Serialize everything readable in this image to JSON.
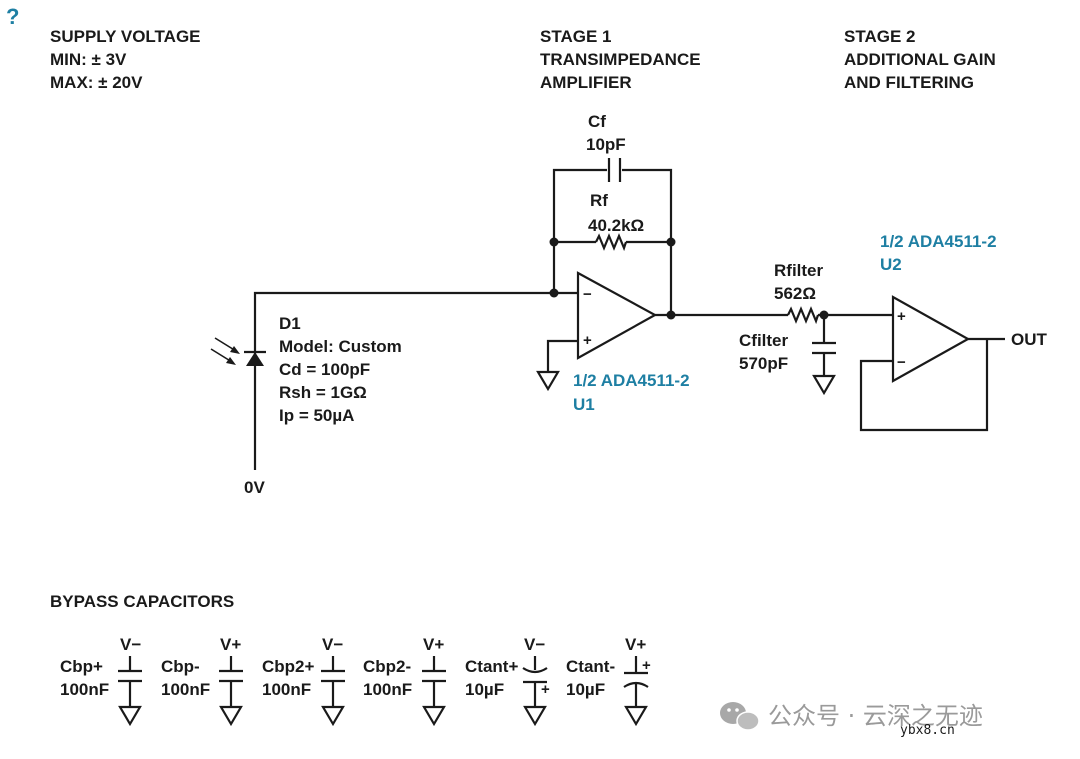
{
  "help_icon_glyph": "?",
  "supply": {
    "title": "SUPPLY VOLTAGE",
    "min": "MIN: ± 3V",
    "max": "MAX: ± 20V"
  },
  "stage1": {
    "line1": "STAGE 1",
    "line2": "TRANSIMPEDANCE",
    "line3": "AMPLIFIER"
  },
  "stage2": {
    "line1": "STAGE 2",
    "line2": "ADDITIONAL GAIN",
    "line3": "AND FILTERING"
  },
  "cf": {
    "name": "Cf",
    "value": "10pF"
  },
  "rf": {
    "name": "Rf",
    "value": "40.2kΩ"
  },
  "u1": {
    "part": "1/2 ADA4511-2",
    "ref": "U1"
  },
  "u2": {
    "part": "1/2 ADA4511-2",
    "ref": "U2"
  },
  "rfilter": {
    "name": "Rfilter",
    "value": "562Ω"
  },
  "cfilter": {
    "name": "Cfilter",
    "value": "570pF"
  },
  "output_label": "OUT",
  "d1": {
    "ref": "D1",
    "model": "Model: Custom",
    "cd": "Cd = 100pF",
    "rsh": "Rsh = 1GΩ",
    "ip": "Ip = 50µA"
  },
  "ground_label": "0V",
  "opamp_signs": {
    "plus": "+",
    "minus": "−"
  },
  "bypass": {
    "title": "BYPASS CAPACITORS",
    "caps": [
      {
        "name": "Cbp+",
        "value": "100nF",
        "rail": "V−"
      },
      {
        "name": "Cbp-",
        "value": "100nF",
        "rail": "V+"
      },
      {
        "name": "Cbp2+",
        "value": "100nF",
        "rail": "V−"
      },
      {
        "name": "Cbp2-",
        "value": "100nF",
        "rail": "V+"
      },
      {
        "name": "Ctant+",
        "value": "10µF",
        "rail": "V−"
      },
      {
        "name": "Ctant-",
        "value": "10µF",
        "rail": "V+"
      }
    ]
  },
  "watermark": {
    "text": "公众号 · 云深之无迹",
    "site": "ybx8.cn"
  }
}
